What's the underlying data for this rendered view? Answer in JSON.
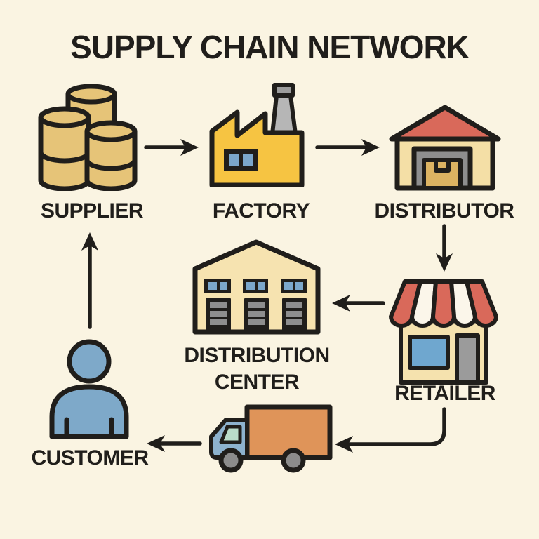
{
  "title": "SUPPLY CHAIN NETWORK",
  "nodes": {
    "supplier": {
      "label": "SUPPLIER",
      "icon": "barrels-icon"
    },
    "factory": {
      "label": "FACTORY",
      "icon": "factory-icon"
    },
    "distributor": {
      "label": "DISTRIBUTOR",
      "icon": "warehouse-icon"
    },
    "distribution_center": {
      "label": "DISTRIBUTION CENTER",
      "icon": "distribution-center-icon"
    },
    "retailer": {
      "label": "RETAILER",
      "icon": "storefront-icon"
    },
    "truck": {
      "icon": "delivery-truck-icon"
    },
    "customer": {
      "label": "CUSTOMER",
      "icon": "person-icon"
    }
  },
  "edges": [
    {
      "from": "supplier",
      "to": "factory"
    },
    {
      "from": "factory",
      "to": "distributor"
    },
    {
      "from": "distributor",
      "to": "retailer"
    },
    {
      "from": "retailer",
      "to": "distribution_center"
    },
    {
      "from": "retailer",
      "to": "truck"
    },
    {
      "from": "truck",
      "to": "customer"
    },
    {
      "from": "customer",
      "to": "supplier"
    }
  ],
  "colors": {
    "background": "#faf4e2",
    "outline_and_text": "#201e1b",
    "barrel_gold": "#e6c478",
    "factory_yellow": "#f6c442",
    "chimney_gray": "#b6b6b6",
    "chimney_cap_gray": "#9c9c9c",
    "window_blue": "#7ba7cb",
    "roof_red": "#d9695a",
    "wall_cream": "#f4dfa6",
    "door_gray": "#8e8e8e",
    "box_tan": "#dcb362",
    "dc_wall_cream": "#f6e3b0",
    "awning_red": "#d9695a",
    "awning_white": "#fbf6ea",
    "retail_window_blue": "#6fa7cf",
    "retail_door_gray": "#9b9b9b",
    "truck_box_orange": "#df9459",
    "truck_cab_blue": "#8db2ce",
    "windshield_green": "#b9dcca",
    "wheel_gray": "#8c8c8c",
    "customer_blue": "#7ea9c9"
  }
}
